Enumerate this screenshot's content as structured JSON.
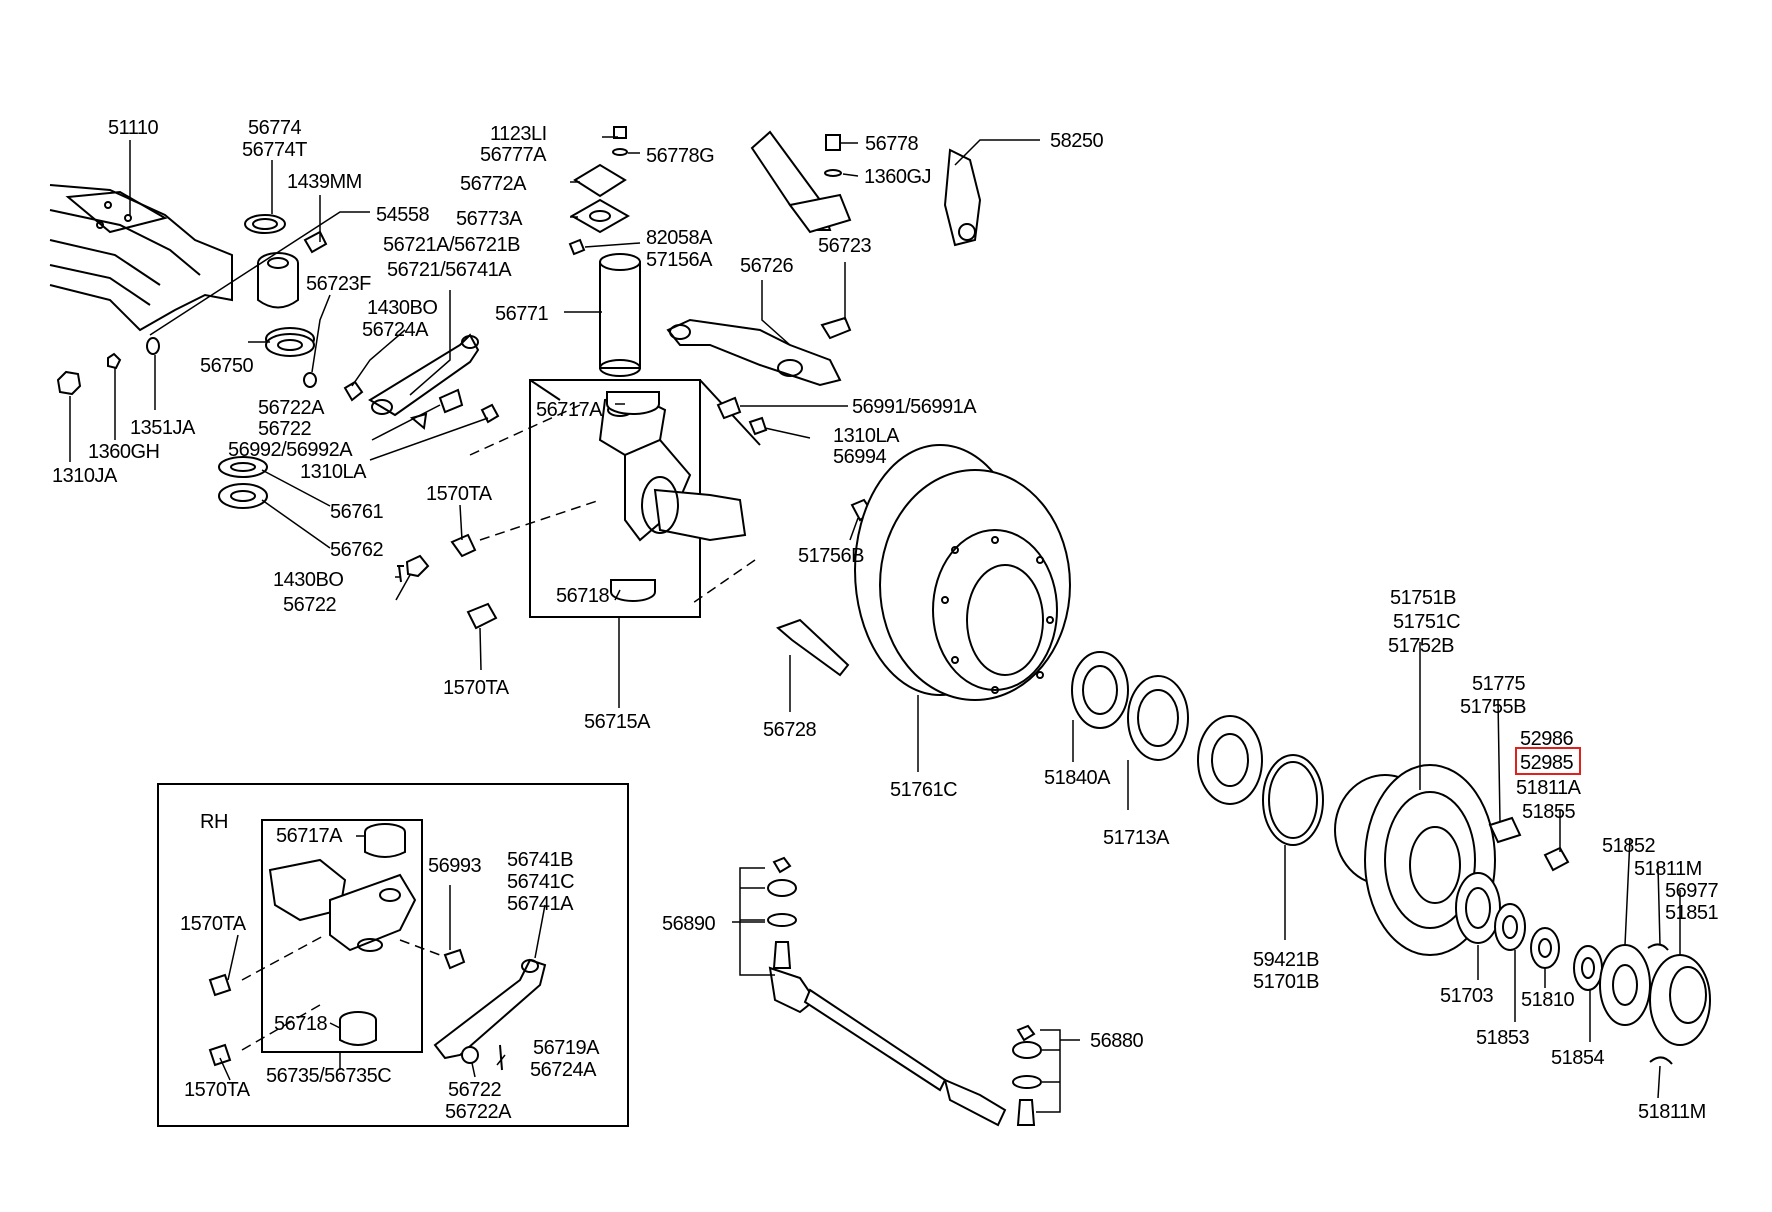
{
  "diagram": {
    "inset_label": "RH",
    "highlight_color": "#e0201e",
    "labels": {
      "p51110": "51110",
      "p56774": "56774",
      "p56774T": "56774T",
      "p1439MM": "1439MM",
      "p54558": "54558",
      "p56723F": "56723F",
      "p56750": "56750",
      "p1351JA": "1351JA",
      "p1360GH": "1360GH",
      "p1310JA": "1310JA",
      "p1123LI": "1123LI",
      "p56777A": "56777A",
      "p56778G": "56778G",
      "p56772A": "56772A",
      "p56773A": "56773A",
      "p82058A": "82058A",
      "p57156A": "57156A",
      "p56721A": "56721A/56721B",
      "p56721": "56721/56741A",
      "p1430BO_a": "1430BO",
      "p56724A": "56724A",
      "p56771": "56771",
      "p56722A_a": "56722A",
      "p56722_a": "56722",
      "p56992": "56992/56992A",
      "p1310LA_a": "1310LA",
      "p56761": "56761",
      "p56762": "56762",
      "p1570TA_a": "1570TA",
      "p1430BO_b": "1430BO",
      "p56722_b": "56722",
      "p1570TA_b": "1570TA",
      "p56717A_a": "56717A",
      "p56718_a": "56718",
      "p56715A": "56715A",
      "p56778": "56778",
      "p1360GJ": "1360GJ",
      "p58250": "58250",
      "p56723": "56723",
      "p56726": "56726",
      "p56991": "56991/56991A",
      "p1310LA_b": "1310LA",
      "p56994": "56994",
      "p51756B": "51756B",
      "p56728": "56728",
      "p51761C": "51761C",
      "p51840A": "51840A",
      "p51713A": "51713A",
      "p59421B": "59421B",
      "p51701B": "51701B",
      "p51751B": "51751B",
      "p51751C": "51751C",
      "p51752B": "51752B",
      "p51775": "51775",
      "p51755B": "51755B",
      "p52986": "52986",
      "p52985": "52985",
      "p51811A": "51811A",
      "p51855": "51855",
      "p51852": "51852",
      "p51811M_a": "51811M",
      "p56977": "56977",
      "p51851": "51851",
      "p51703": "51703",
      "p51853": "51853",
      "p51810": "51810",
      "p51854": "51854",
      "p51811M_b": "51811M",
      "p56890": "56890",
      "p56880": "56880",
      "p56717A_b": "56717A",
      "p56993": "56993",
      "p56741B": "56741B",
      "p56741C": "56741C",
      "p56741A": "56741A",
      "p1570TA_c": "1570TA",
      "p56718_b": "56718",
      "p1570TA_d": "1570TA",
      "p56735": "56735/56735C",
      "p56719A": "56719A",
      "p56724A_b": "56724A",
      "p56722_c": "56722",
      "p56722A_b": "56722A"
    }
  }
}
